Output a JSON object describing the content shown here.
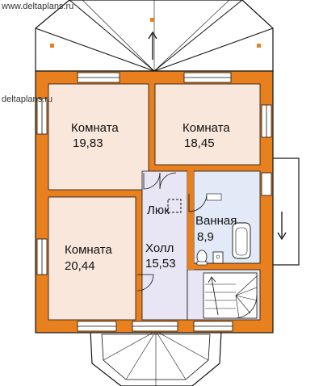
{
  "watermark": {
    "top": "www.deltaplans.ru",
    "side": "deltaplans.ru"
  },
  "rooms": {
    "room1": {
      "name": "Комната",
      "area": "19,83"
    },
    "room2": {
      "name": "Комната",
      "area": "18,45"
    },
    "room3": {
      "name": "Комната",
      "area": "20,44"
    },
    "hall": {
      "name": "Холл",
      "area": "15,53"
    },
    "bath": {
      "name": "Ванная",
      "area": "8,9"
    },
    "hatch": {
      "name": "Люк"
    }
  },
  "colors": {
    "wall": "#e8801e",
    "room_fill": "#fae7dc",
    "hall_fill": "#e8e6f4",
    "bath_fill": "#e1eaf6",
    "roof_fill": "#ffffff",
    "line": "#111111"
  },
  "icons": {
    "arrow_up": "arrow-up-icon",
    "arrow_down": "arrow-down-icon"
  }
}
